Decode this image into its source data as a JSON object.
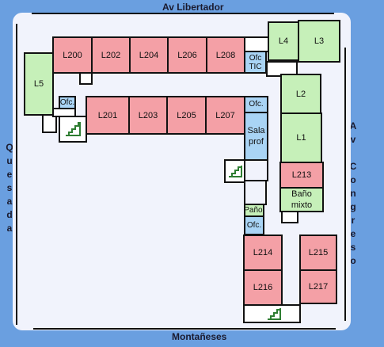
{
  "streets": {
    "north": "Av Libertador",
    "south": "Montañeses",
    "west": "Quesada",
    "east": "Av Congreso"
  },
  "rooms": {
    "l200": "L200",
    "l202": "L202",
    "l204": "L204",
    "l206": "L206",
    "l208": "L208",
    "ofc_tic": "Ofc\nTIC",
    "l4": "L4",
    "l3": "L3",
    "l5": "L5",
    "ofc_left": "Ofc.",
    "l201": "L201",
    "l203": "L203",
    "l205": "L205",
    "l207": "L207",
    "ofc_right": "Ofc.",
    "sala_prof": "Sala\nprof",
    "l2": "L2",
    "l1": "L1",
    "l213": "L213",
    "bano": "Baño\nmixto",
    "panol": "Pañol",
    "ofc_south": "Ofc.",
    "l214": "L214",
    "l215": "L215",
    "l216": "L216",
    "l217": "L217"
  },
  "icons": {
    "stairs": "stairs-icon"
  },
  "colors": {
    "background": "#6a9fe0",
    "campus": "#f1f3fc",
    "classroom": "#f4a0a6",
    "lab": "#c6f0b9",
    "office": "#a9d4f5",
    "stairs_stroke": "#2e7d32"
  }
}
